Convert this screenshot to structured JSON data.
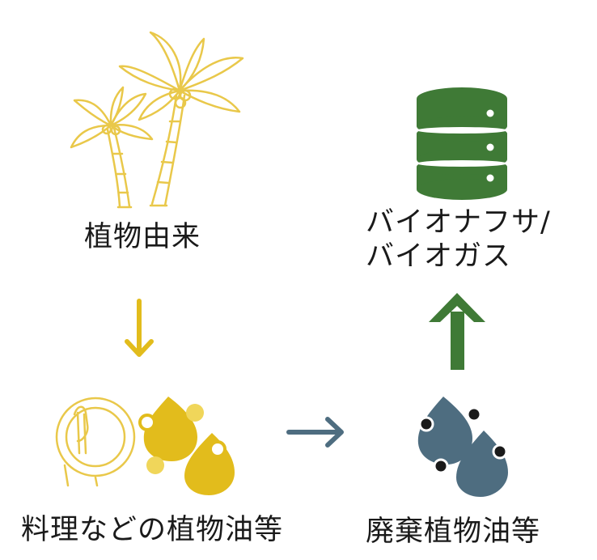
{
  "colors": {
    "yellow": "#E2BC1C",
    "yellow_line": "#E9C84A",
    "green": "#3F7A36",
    "slate": "#4E6D80",
    "dark": "#1A1A1A",
    "text": "#1a1a1a"
  },
  "icons": {
    "plant": "palm-trees-icon",
    "used_oil": "dish-and-oil-drops-icon",
    "waste_oil": "dirty-oil-drops-icon",
    "product": "database-storage-icon"
  },
  "nodes": {
    "plant_origin": {
      "label": "植物由来"
    },
    "used_oil": {
      "label": "料理などの植物油等"
    },
    "waste_oil": {
      "label": "廃棄植物油等"
    },
    "product": {
      "line1": "バイオナフサ/",
      "line2": "バイオガス"
    }
  }
}
